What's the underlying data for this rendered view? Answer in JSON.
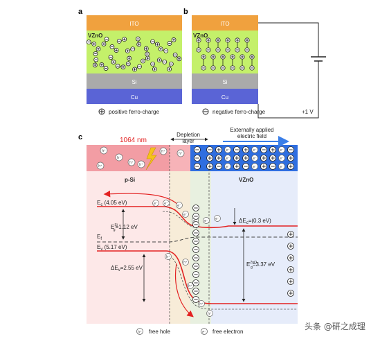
{
  "panels": {
    "a": {
      "letter": "a",
      "layers": {
        "top": "ITO",
        "active": "VZnO",
        "middle": "Si",
        "bottom": "Cu"
      }
    },
    "b": {
      "letter": "b",
      "layers": {
        "top": "ITO",
        "active": "VZnO",
        "middle": "Si",
        "bottom": "Cu"
      },
      "voltage": "+1 V"
    },
    "c": {
      "letter": "c",
      "laser": "1064 nm",
      "depletion": [
        "Depletion",
        "layer"
      ],
      "field": [
        "Externally applied",
        "electric field"
      ],
      "psi": "p-Si",
      "vzno": "VZnO",
      "ec_si": "E",
      "ec_si_sub": "c",
      "ec_si_val": " (4.05 eV)",
      "eg_si_a": "E",
      "eg_si_sup": "Si",
      "eg_si_sub": "g",
      "eg_si_b": "=1.12 eV",
      "ef": "E",
      "ef_sub": "f",
      "ev_si": "E",
      "ev_si_sub": "v",
      "ev_si_val": " (5.17 eV)",
      "dev_a": "ΔE",
      "dev_sub": "v",
      "dev_b": "=2.55 eV",
      "dec_a": "ΔE",
      "dec_sub": "c",
      "dec_b": "=(0.3 eV)",
      "eg_zn_a": "E",
      "eg_zn_sup": "ZnO",
      "eg_zn_sub": "g",
      "eg_zn_b": "=3.37 eV",
      "hole_symbol": "h⁺",
      "electron_symbol": "e⁻"
    }
  },
  "legend_ab": {
    "positive": "positive ferro-charge",
    "negative": "negative ferro-charge"
  },
  "legend_c": {
    "hole": "free hole",
    "electron": "free electron"
  },
  "watermark": "头条 @研之成理",
  "colors": {
    "ito": "#f0a13e",
    "vzno": "#c4f06a",
    "si": "#aaaaaa",
    "cu": "#5a64d6",
    "psi_band": "#f29da4",
    "vzno_band": "#2f6ee0",
    "psi_bg": "#fde8e8",
    "depletion_bg": "#f7ecd8",
    "vzno_bg": "#e6ecfa",
    "band_red": "#e32222",
    "arrow_blue": "#3a7ee8"
  }
}
